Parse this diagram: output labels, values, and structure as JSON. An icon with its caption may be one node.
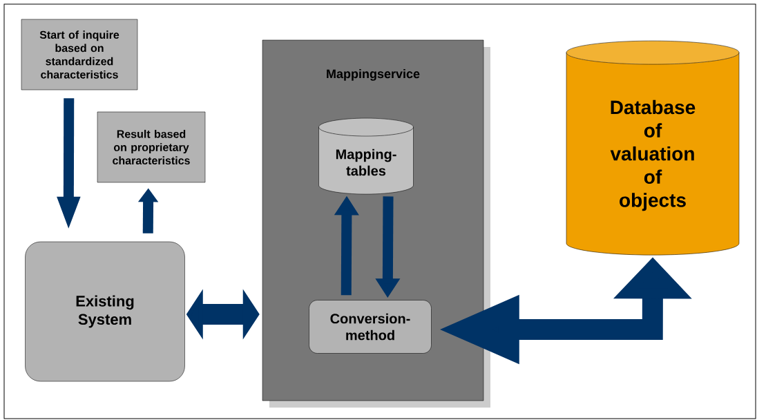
{
  "diagram": {
    "nodes": [
      {
        "text": [
          "Start of inquire based on standardized characteristics"
        ]
      },
      {
        "text": [
          "Result based on proprietary characteristics"
        ]
      },
      {
        "text": [
          "Existing System"
        ]
      },
      {
        "text": [
          "Mappingservice"
        ]
      },
      {
        "text": [
          "Mapping-tables"
        ],
        "in": 3
      },
      {
        "text": [
          "Conversion-method"
        ],
        "in": 3
      },
      {
        "text": [
          "Database of valuation of objects"
        ]
      }
    ],
    "edges": [
      {
        "from": 0,
        "to": 2,
        "arrow": "to"
      },
      {
        "from": 2,
        "to": 1,
        "arrow": "to"
      },
      {
        "from": 2,
        "to": 3,
        "arrow": "both",
        "style": "thick"
      },
      {
        "from": 5,
        "to": 4,
        "arrow": "to"
      },
      {
        "from": 4,
        "to": 5,
        "arrow": "to"
      },
      {
        "from": 5,
        "to": 6,
        "arrow": "both",
        "style": "thick"
      }
    ]
  }
}
